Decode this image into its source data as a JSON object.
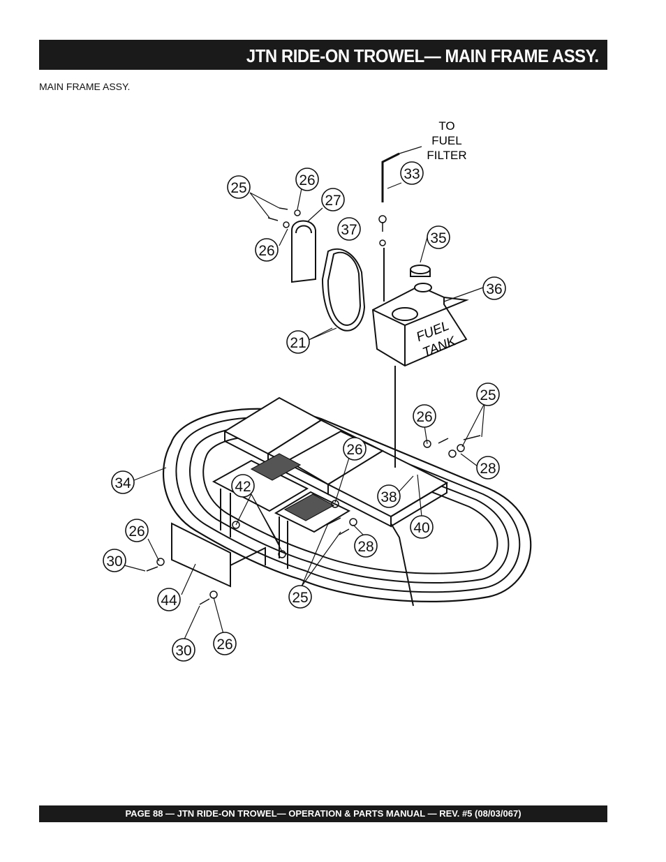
{
  "header": {
    "title": "JTN RIDE-ON TROWEL— MAIN FRAME ASSY."
  },
  "section": {
    "subtitle": "MAIN FRAME  ASSY."
  },
  "diagram": {
    "note_lines": [
      "TO",
      "FUEL",
      "FILTER"
    ],
    "tank_label_lines": [
      "FUEL",
      "TANK"
    ],
    "callouts": [
      "25",
      "26",
      "27",
      "26",
      "33",
      "37",
      "35",
      "36",
      "21",
      "25",
      "26",
      "28",
      "26",
      "34",
      "42",
      "38",
      "40",
      "26",
      "28",
      "30",
      "44",
      "25",
      "30",
      "26"
    ]
  },
  "footer": {
    "text": "PAGE 88 — JTN RIDE-ON TROWEL—  OPERATION & PARTS MANUAL — REV. #5 (08/03/067)"
  }
}
